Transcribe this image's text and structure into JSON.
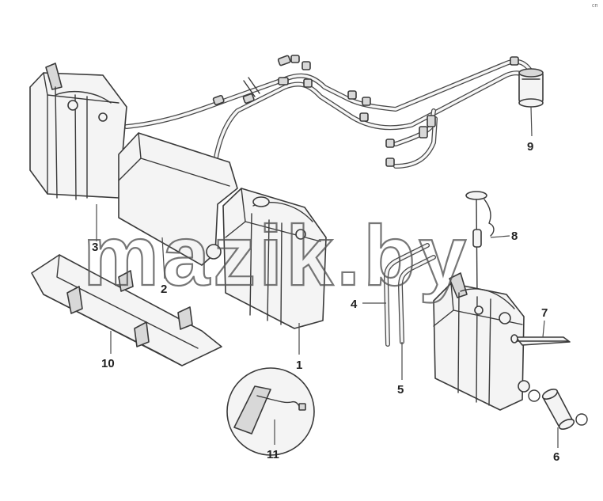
{
  "corner_mark": "сп",
  "watermark": "mazik.by",
  "callouts": [
    {
      "id": "label-1",
      "text": "1"
    },
    {
      "id": "label-2",
      "text": "2"
    },
    {
      "id": "label-3",
      "text": "3"
    },
    {
      "id": "label-4",
      "text": "4"
    },
    {
      "id": "label-5",
      "text": "5"
    },
    {
      "id": "label-6",
      "text": "6"
    },
    {
      "id": "label-7",
      "text": "7"
    },
    {
      "id": "label-8",
      "text": "8"
    },
    {
      "id": "label-9",
      "text": "9"
    },
    {
      "id": "label-10",
      "text": "10"
    },
    {
      "id": "label-11",
      "text": "11"
    }
  ]
}
